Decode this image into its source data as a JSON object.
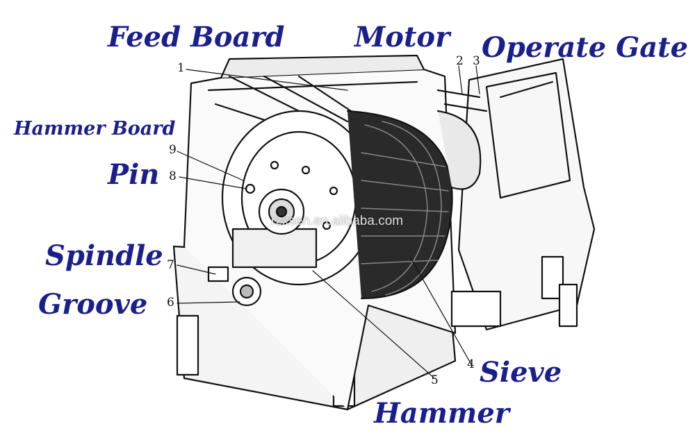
{
  "labels": {
    "feed_board": "Feed Board",
    "motor": "Motor",
    "operate_gate": "Operate Gate",
    "hammer_board": "Hammer Board",
    "pin": "Pin",
    "spindle": "Spindle",
    "groove": "Groove",
    "sieve": "Sieve",
    "hammer": "Hammer"
  },
  "callout_numbers": {
    "n1": "1",
    "n2": "2",
    "n3": "3",
    "n4": "4",
    "n5": "5",
    "n6": "6",
    "n7": "7",
    "n8": "8",
    "n9": "9"
  },
  "watermark": "rzxsen.en.alibaba.com",
  "colors": {
    "label": "#1a1f8c",
    "line": "#111111",
    "background": "#ffffff"
  }
}
